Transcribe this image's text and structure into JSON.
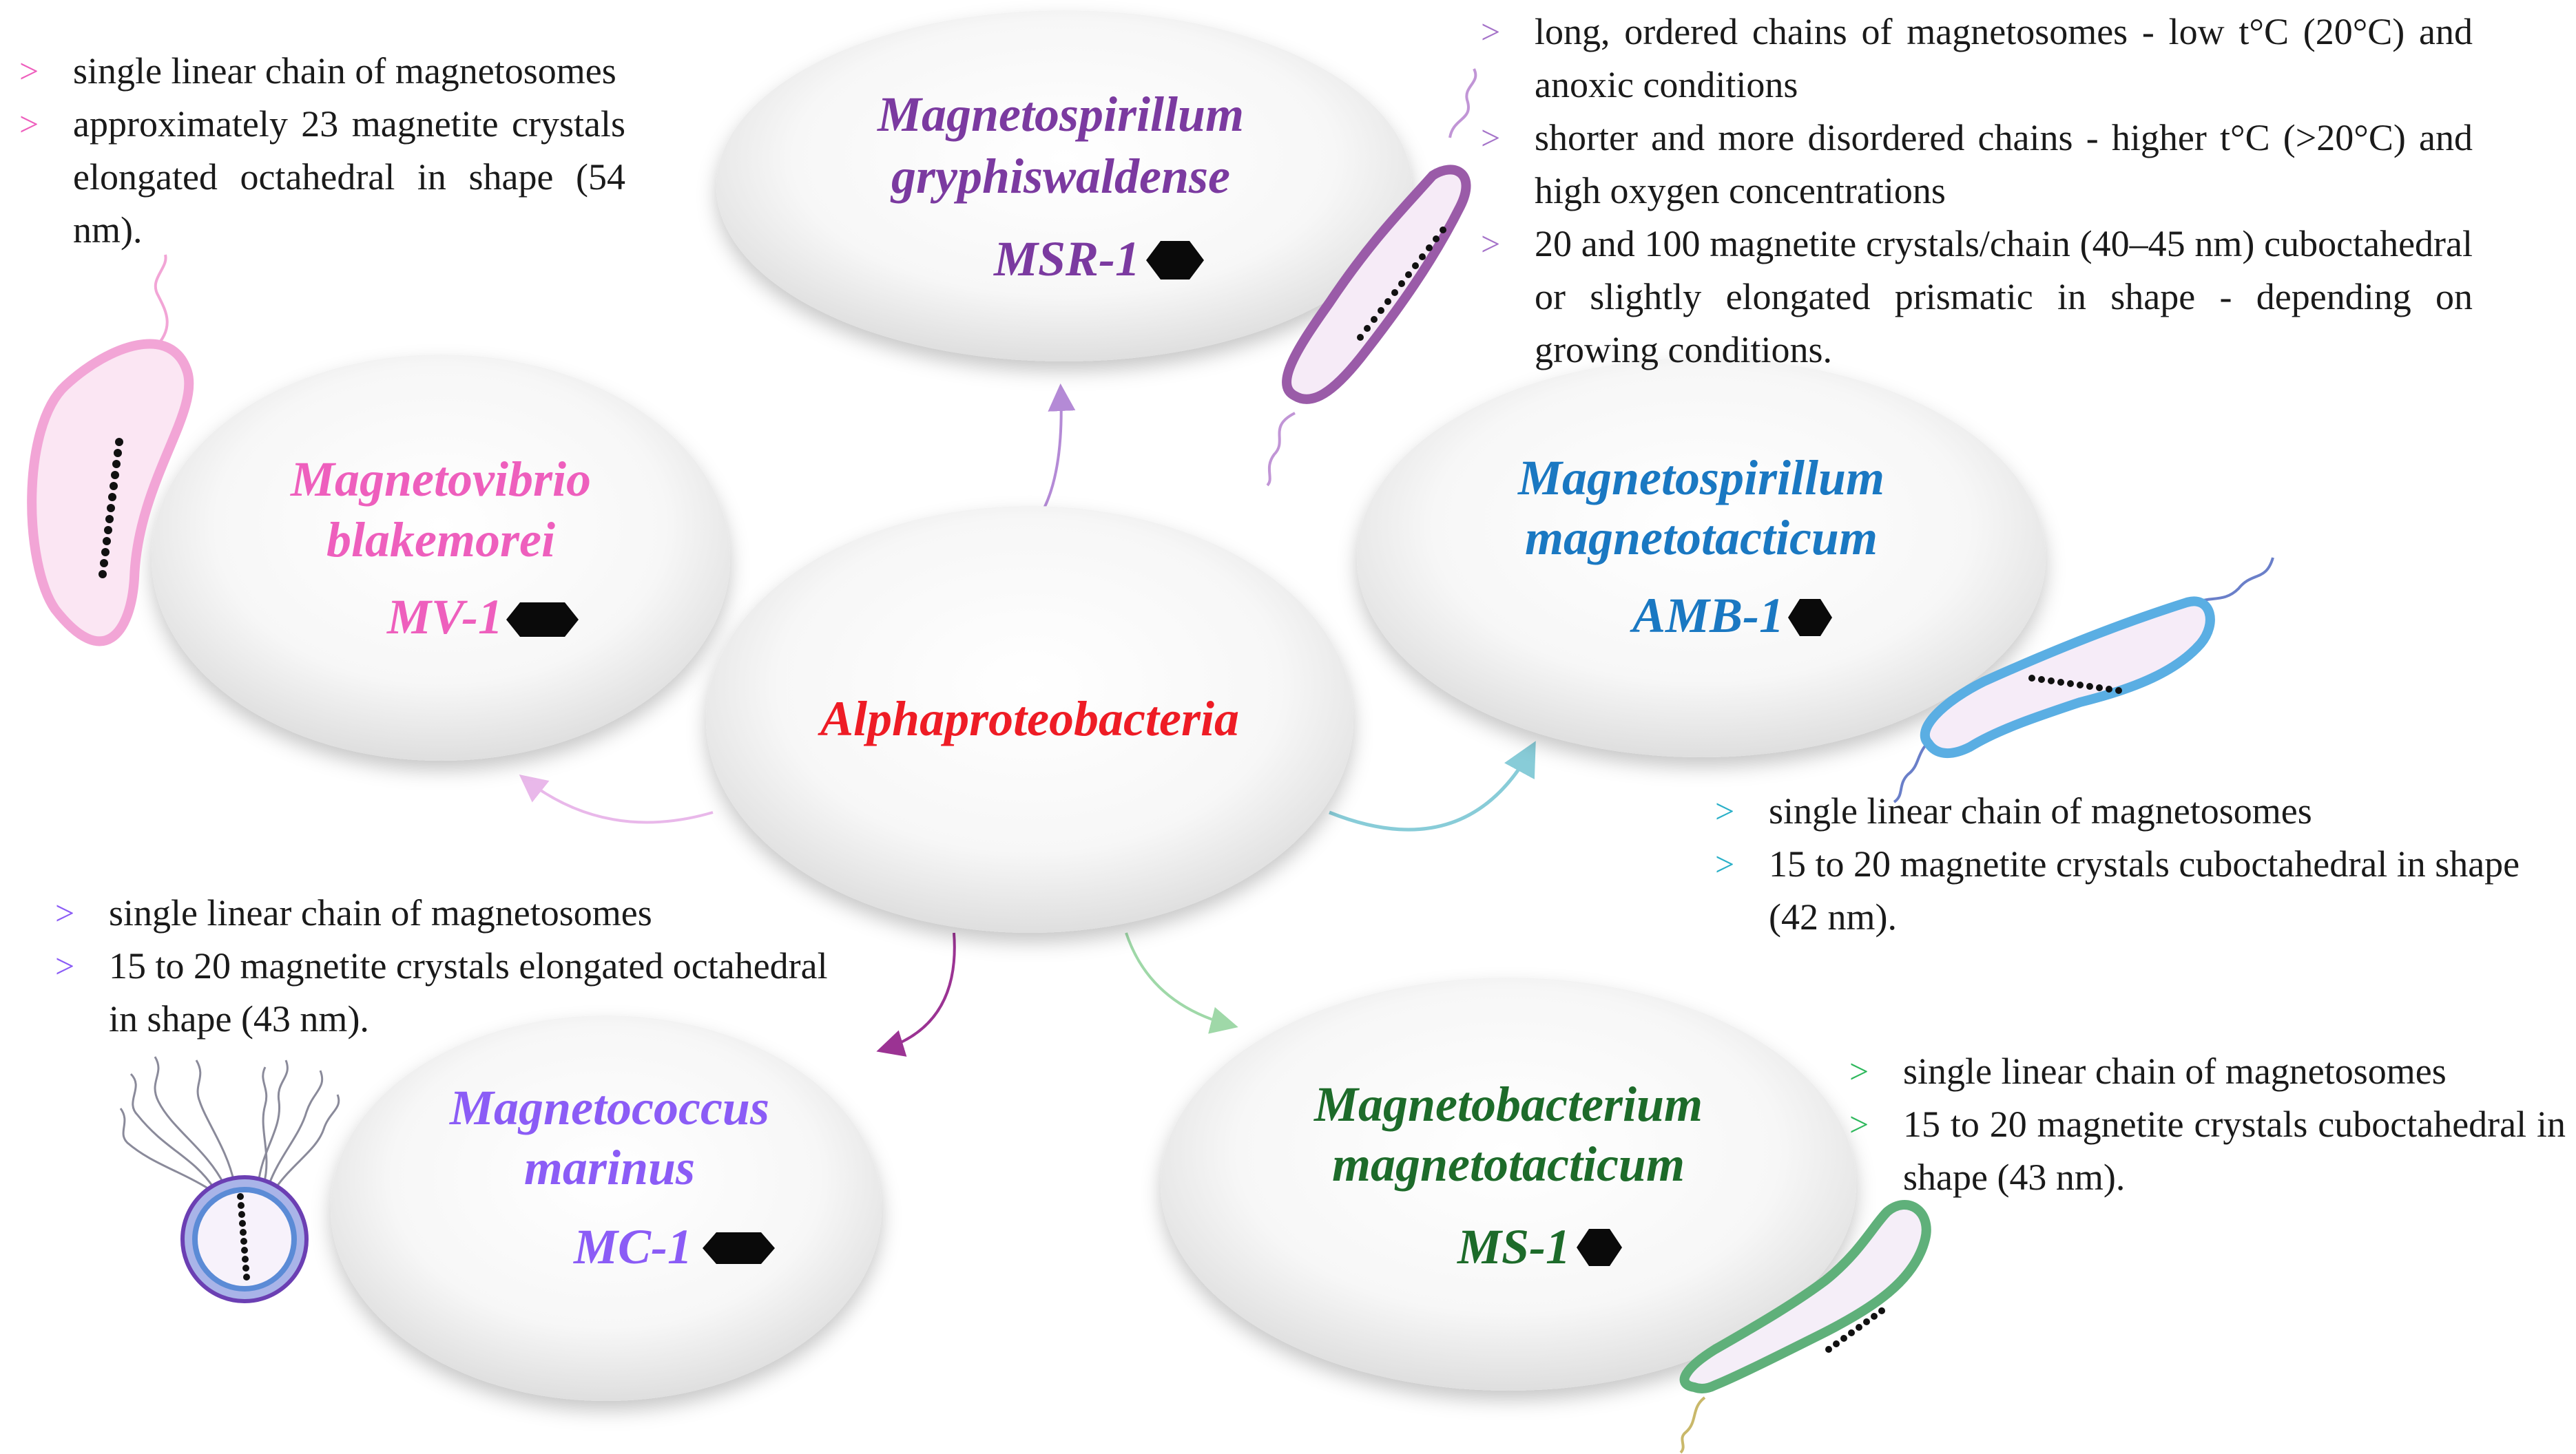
{
  "center": {
    "label": "Alphaproteobacteria",
    "color": "#ee1c25"
  },
  "bullet_glyph": ">",
  "organisms": [
    {
      "id": "msr1",
      "genus": "Magnetospirillum",
      "species": "gryphiswaldense",
      "strain": "MSR-1",
      "color": "#7b3aa0",
      "bullet_color": "#a573c9",
      "notes": [
        "long, ordered chains of magnetosomes - low t°C (20°C) and anoxic conditions",
        "shorter and more disordered chains - higher t°C (>20°C) and high oxygen concentrations",
        "20 and 100 magnetite crystals/chain (40–45 nm) cuboctahedral or slightly elongated prismatic in shape - depending on growing conditions."
      ]
    },
    {
      "id": "mv1",
      "genus": "Magnetovibrio",
      "species": "blakemorei",
      "strain": "MV-1",
      "color": "#ee5fbd",
      "bullet_color": "#ee5fbd",
      "notes": [
        "single linear chain of magnetosomes",
        "approximately 23 magnetite crystals elongated octahedral in shape (54 nm)."
      ]
    },
    {
      "id": "amb1",
      "genus": "Magnetospirillum",
      "species": "magnetotacticum",
      "strain": "AMB-1",
      "color": "#1a78c2",
      "bullet_color": "#2ab0c8",
      "notes": [
        "single linear chain of magnetosomes",
        "15 to 20 magnetite crystals cuboctahedral in shape (42 nm)."
      ]
    },
    {
      "id": "mc1",
      "genus": "Magnetococcus",
      "species": "marinus",
      "strain": "MC-1",
      "color": "#8b5cf6",
      "bullet_color": "#8b5cf6",
      "notes": [
        "single linear chain of magnetosomes",
        "15 to 20 magnetite crystals elongated octahedral in shape (43 nm)."
      ]
    },
    {
      "id": "ms1",
      "genus": "Magnetobacterium",
      "species": "magnetotacticum",
      "strain": "MS-1",
      "color": "#1d6b2a",
      "bullet_color": "#2eb85c",
      "notes": [
        "single linear chain of magnetosomes",
        "15 to 20 magnetite crystals cuboctahedral in shape (43 nm)."
      ]
    }
  ]
}
